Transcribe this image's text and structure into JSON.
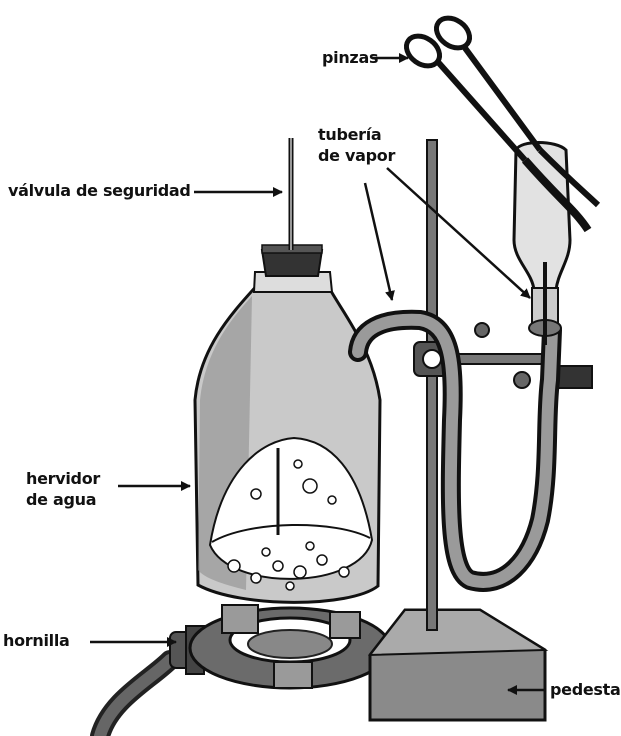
{
  "labels": {
    "pinzas": "pinzas",
    "tuberia_line1": "tubería",
    "tuberia_line2": "de vapor",
    "valvula": "válvula de seguridad",
    "hervidor_line1": "hervidor",
    "hervidor_line2": "de agua",
    "hornilla": "hornilla",
    "pedestal": "pedestal"
  }
}
